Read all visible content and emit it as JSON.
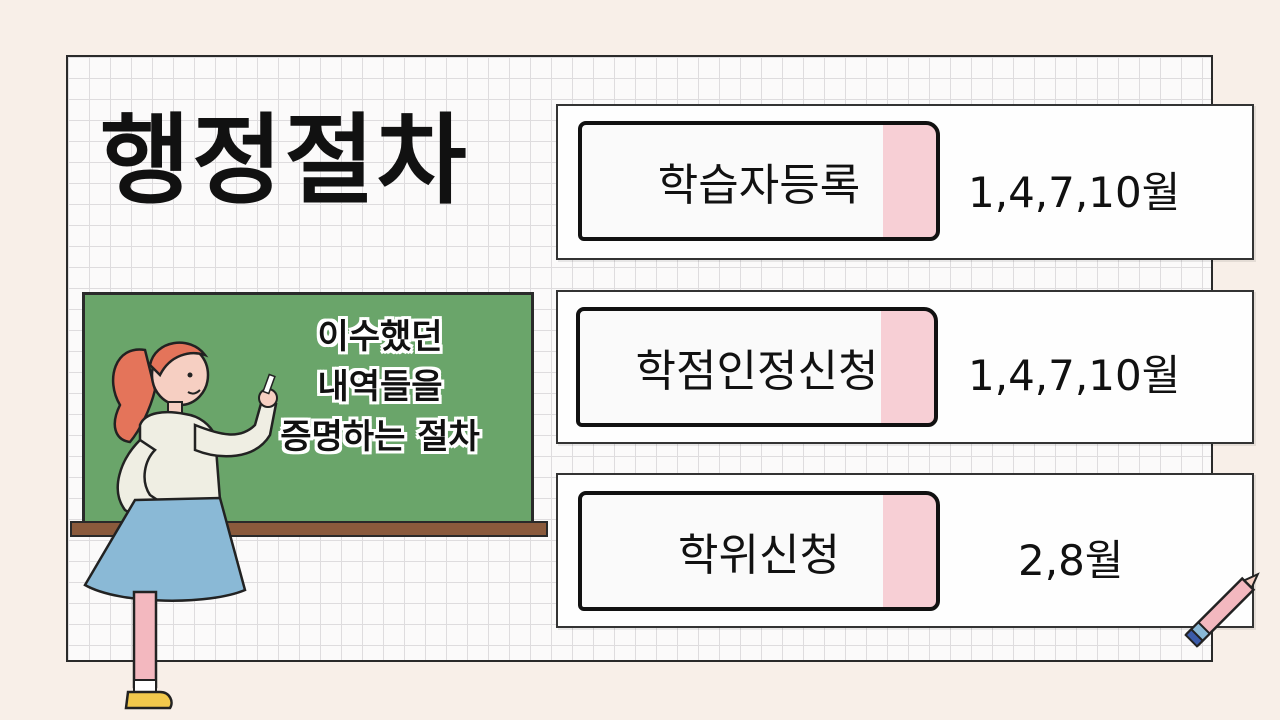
{
  "title": "행정절차",
  "board": {
    "lines": [
      "이수했던",
      "내역들을",
      "증명하는 절차"
    ]
  },
  "procedures": [
    {
      "label": "학습자등록",
      "months": "1,4,7,10월"
    },
    {
      "label": "학점인정신청",
      "months": "1,4,7,10월"
    },
    {
      "label": "학위신청",
      "months": "2,8월"
    }
  ],
  "icons": {
    "teacher": "teacher-illustration",
    "pen": "pencil-icon"
  },
  "colors": {
    "board": "#6aa56a",
    "label_accent": "#f7cfd5",
    "skirt": "#8ab9d6",
    "hair": "#e4745a"
  }
}
